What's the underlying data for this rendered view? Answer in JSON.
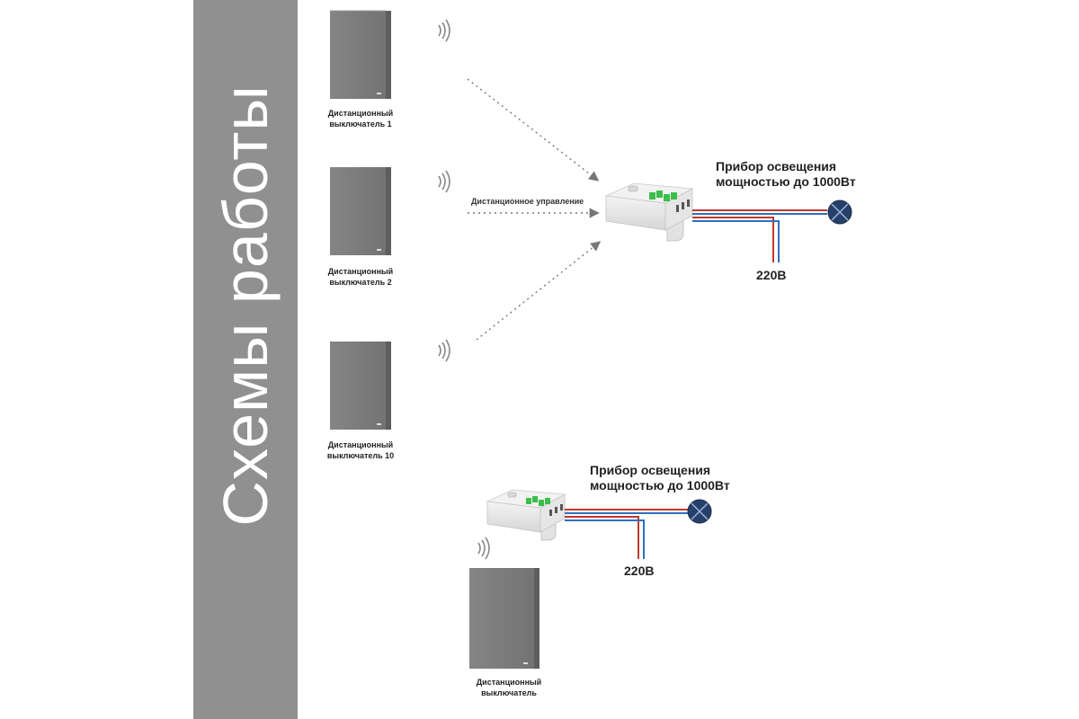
{
  "side_title": "Схемы работы",
  "top_scheme": {
    "switches": [
      {
        "label": "Дистанционный\nвыключатель 1"
      },
      {
        "label": "Дистанционный\nвыключатель 2"
      },
      {
        "label": "Дистанционный\nвыключатель 10"
      }
    ],
    "control_label": "Дистанционное управление",
    "lamp_label": "Прибор освещения\nмощностью до 1000Вт",
    "voltage_label": "220В"
  },
  "bottom_scheme": {
    "switch_label": "Дистанционный\nвыключатель",
    "lamp_label": "Прибор освещения\nмощностью до 1000Вт",
    "voltage_label": "220В"
  },
  "colors": {
    "side_band": "#909090",
    "switch": "#7a7a7a",
    "wire_red": "#c0392b",
    "wire_blue": "#2e6fc0",
    "lamp": "#27406b",
    "led_green": "#3bbf4a"
  },
  "icons": [
    "wifi-icon",
    "lamp-icon",
    "relay-module-icon"
  ]
}
